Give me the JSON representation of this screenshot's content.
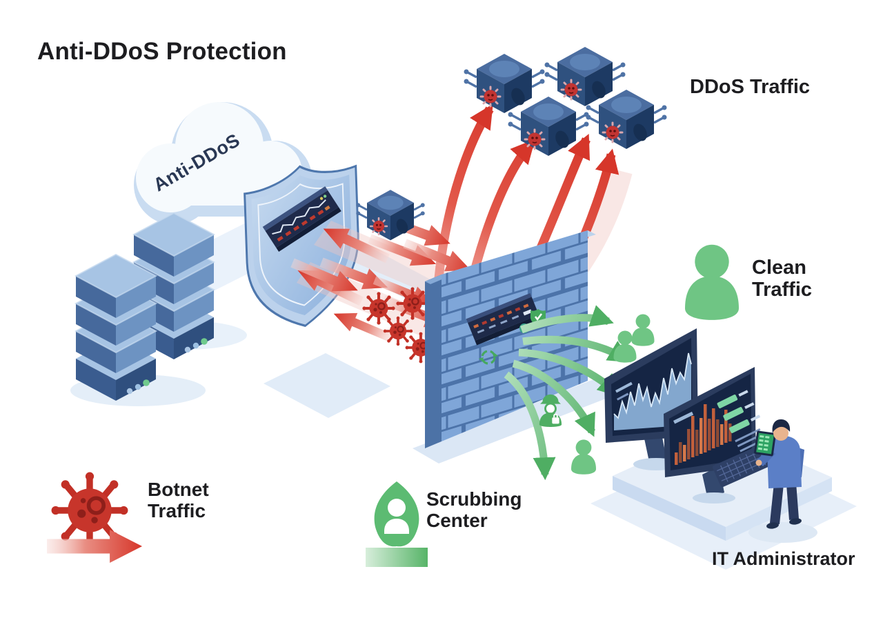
{
  "title": "Anti-DDoS Protection",
  "cloud": {
    "label": "Anti-DDoS"
  },
  "labels": {
    "ddos_traffic": "DDoS Traffic",
    "clean_traffic": "Clean Traffic",
    "it_administrator": "IT Administrator"
  },
  "legend": [
    {
      "icon": "virus-icon",
      "label": "Botnet Traffic",
      "arrow_color": "#d6362a"
    },
    {
      "icon": "scrubbing-person-icon",
      "label": "Scrubbing Center",
      "arrow_color": "#57b468"
    }
  ],
  "colors": {
    "attack_red": "#d6362a",
    "clean_green": "#5cb96b",
    "infra_blue": "#7fa6d8",
    "screen_navy": "#16264a",
    "cloud_blue": "#c9dcf1"
  }
}
